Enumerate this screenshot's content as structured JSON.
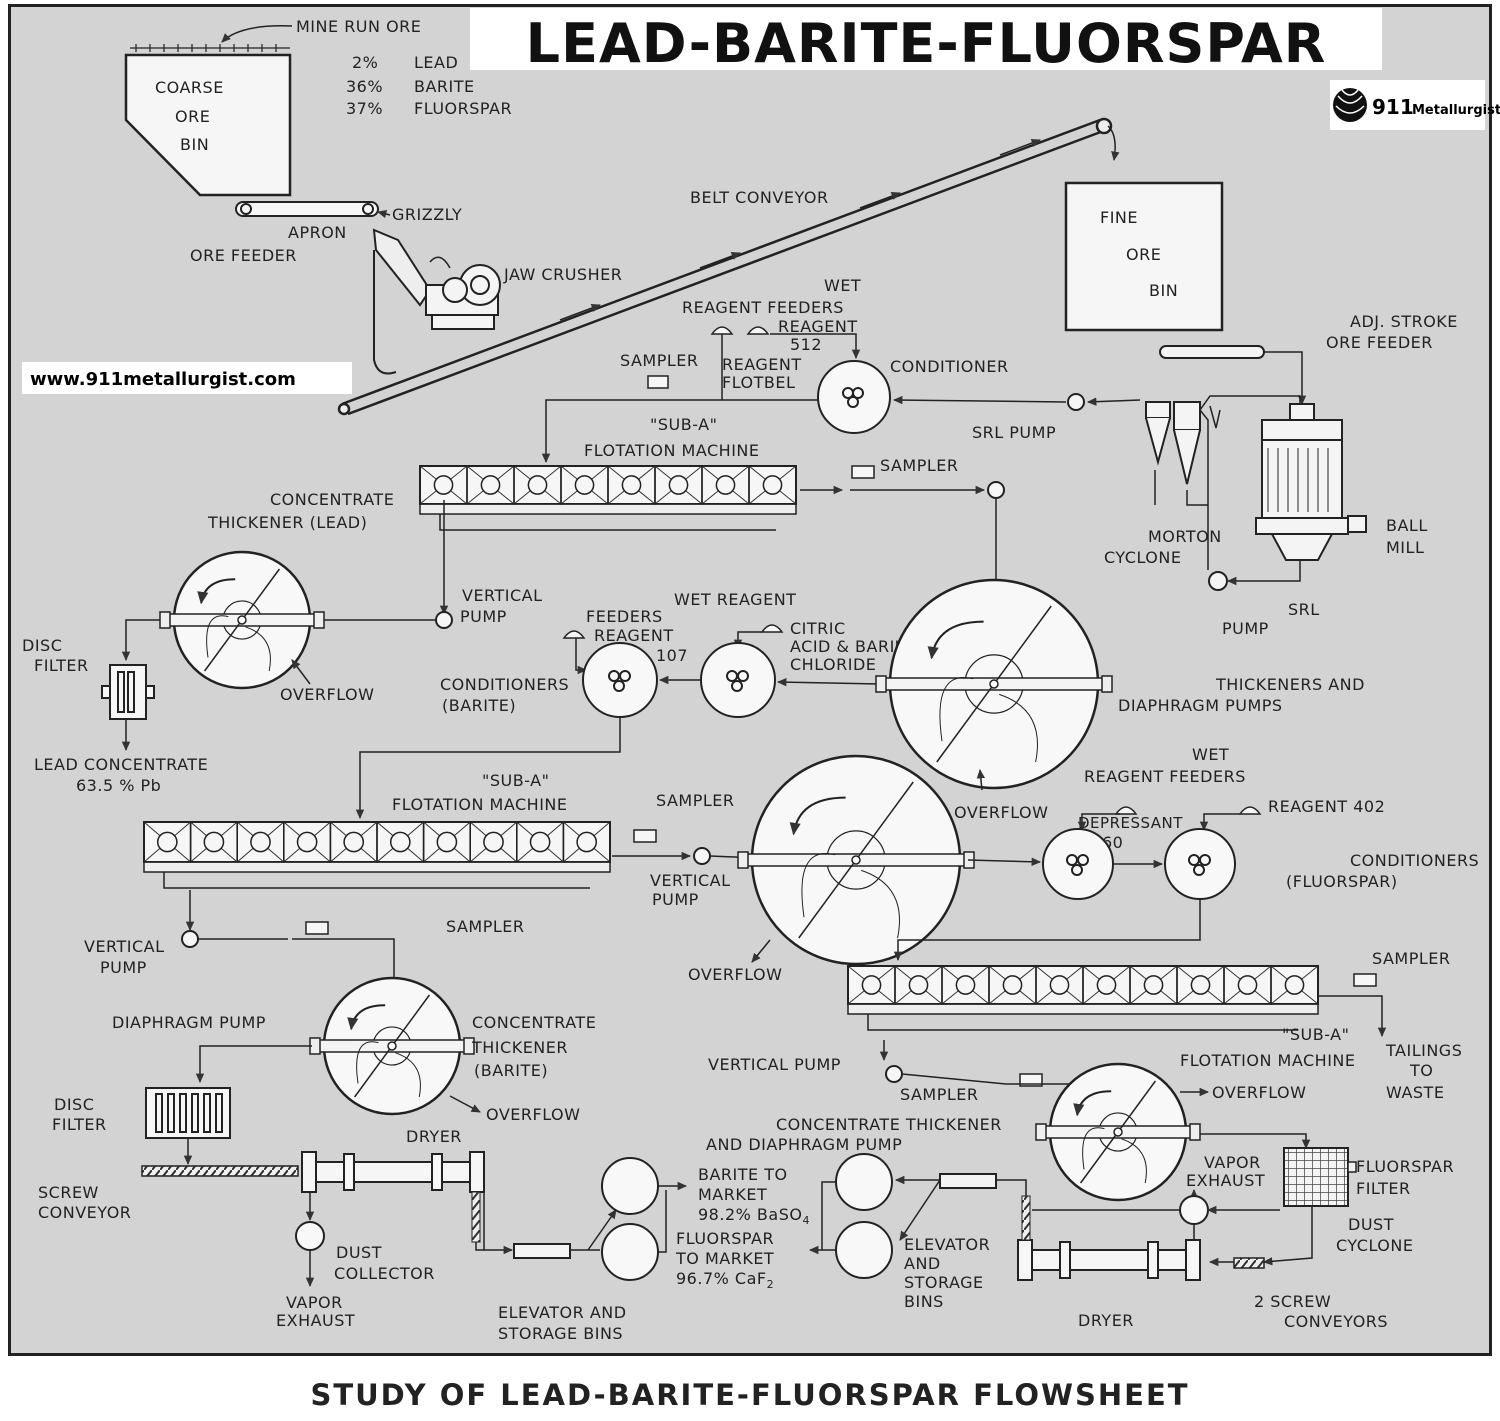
{
  "title": "LEAD-BARITE-FLUORSPAR",
  "caption": "STUDY OF LEAD-BARITE-FLUORSPAR FLOWSHEET",
  "logo": {
    "number": "911",
    "word": "Metallurgist"
  },
  "website": "www.911metallurgist.com",
  "ore_analysis": {
    "lead_pct": "2%",
    "lead": "LEAD",
    "barite_pct": "36%",
    "barite": "BARITE",
    "fluorspar_pct": "37%",
    "fluorspar": "FLUORSPAR"
  },
  "labels": {
    "mine_run_ore": "MINE RUN ORE",
    "coarse": "COARSE",
    "ore": "ORE",
    "bin": "BIN",
    "grizzly": "GRIZZLY",
    "apron": "APRON",
    "ore_feeder": "ORE  FEEDER",
    "jaw_crusher": "JAW CRUSHER",
    "belt_conveyor": "BELT  CONVEYOR",
    "fine": "FINE",
    "fine_ore": "ORE",
    "fine_bin": "BIN",
    "wet": "WET",
    "reagent_feeders": "REAGENT  FEEDERS",
    "reagent": "REAGENT",
    "r512": "512",
    "sampler": "SAMPLER",
    "flotbel": "FLOTBEL",
    "conditioner": "CONDITIONER",
    "adj_stroke": "ADJ. STROKE",
    "adj_ore_feeder": "ORE  FEEDER",
    "sub_a": "\"SUB-A\"",
    "flotation_machine": "FLOTATION  MACHINE",
    "srl_pump": "SRL  PUMP",
    "concentrate": "CONCENTRATE",
    "thickener_lead": "THICKENER  (LEAD)",
    "morton": "MORTON",
    "cyclone": "CYCLONE",
    "ball": "BALL",
    "mill": "MILL",
    "vertical": "VERTICAL",
    "pump": "PUMP",
    "wet_reagent": "WET  REAGENT",
    "feeders": "FEEDERS",
    "reagent_107": "REAGENT",
    "r107": "107",
    "citric": "CITRIC",
    "acid_barium": "ACID & BARIUM",
    "chloride": "CHLORIDE",
    "srl": "SRL",
    "disc": "DISC",
    "filter": "FILTER",
    "overflow": "OVERFLOW",
    "conditioners": "CONDITIONERS",
    "barite_paren": "(BARITE)",
    "thickeners_and": "THICKENERS  AND",
    "diaphragm_pumps": "DIAPHRAGM  PUMPS",
    "lead_concentrate": "LEAD  CONCENTRATE",
    "lead_grade": "63.5 %  Pb",
    "reagent_feeders2": "REAGENT   FEEDERS",
    "depressant": "DEPRESSANT",
    "d60": "60",
    "reagent_402": "REAGENT  402",
    "fluorspar_paren": "(FLUORSPAR)",
    "diaphragm_pump": "DIAPHRAGM  PUMP",
    "thickener": "THICKENER",
    "tailings": "TAILINGS",
    "to": "TO",
    "waste": "WASTE",
    "vertical_pump": "VERTICAL  PUMP",
    "conc_thickener": "CONCENTRATE  THICKENER",
    "and_diaphragm_pump": "AND DIAPHRAGM  PUMP",
    "dryer": "DRYER",
    "barite_to": "BARITE  TO",
    "market": "MARKET",
    "barite_grade": "98.2% BaSO",
    "barite_grade_sub": "4",
    "fluorspar_word": "FLUORSPAR",
    "to_market": "TO MARKET",
    "fluor_grade": "96.7% CaF",
    "fluor_grade_sub": "2",
    "vapor": "VAPOR",
    "exhaust": "EXHAUST",
    "fluorspar_filter": "FLUORSPAR",
    "screw": "SCREW",
    "conveyor": "CONVEYOR",
    "dust": "DUST",
    "collector": "COLLECTOR",
    "elevator_and": "ELEVATOR AND",
    "storage_bins": "STORAGE  BINS",
    "elevator": "ELEVATOR",
    "and": "AND",
    "storage": "STORAGE",
    "bins": "BINS",
    "two_screw": "2  SCREW",
    "conveyors": "CONVEYORS"
  }
}
